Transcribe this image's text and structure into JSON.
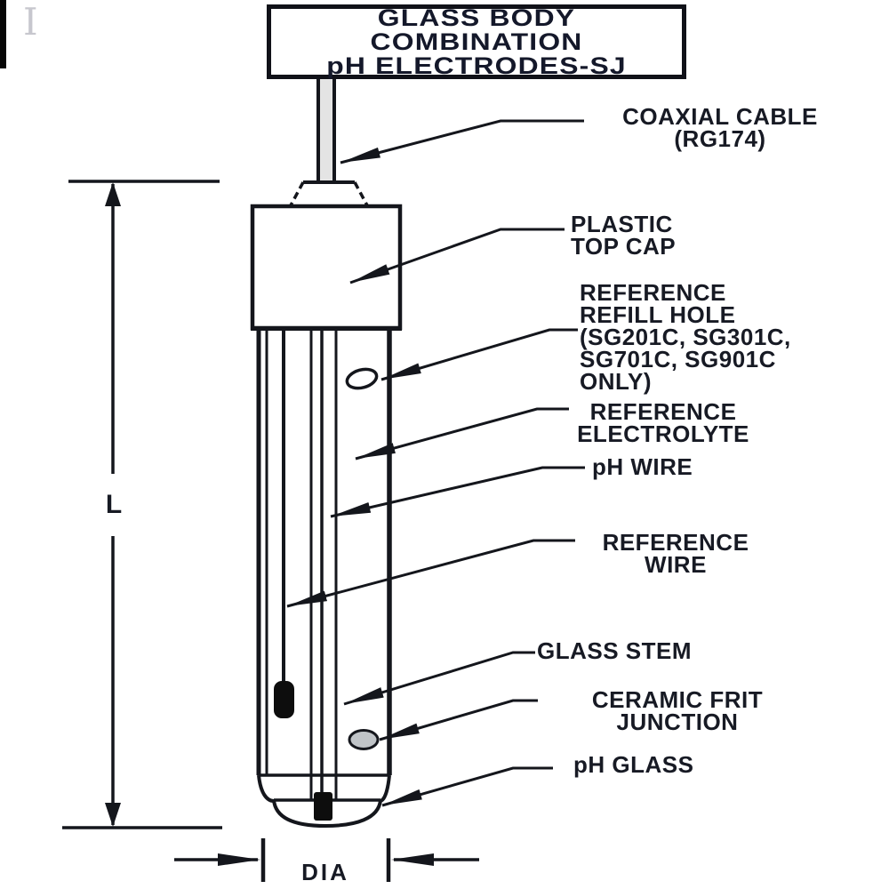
{
  "title": {
    "text": "GLASS BODY\nCOMBINATION\npH ELECTRODES-SJ"
  },
  "labels": {
    "coaxial_cable": "COAXIAL CABLE\n(RG174)",
    "plastic_top_cap": "PLASTIC\nTOP CAP",
    "reference_refill_hole": "REFERENCE\nREFILL HOLE\n(SG201C, SG301C,\nSG701C, SG901C\nONLY)",
    "reference_electrolyte": "REFERENCE\nELECTROLYTE",
    "ph_wire": "pH WIRE",
    "reference_wire": "REFERENCE\nWIRE",
    "glass_stem": "GLASS STEM",
    "ceramic_frit_junction": "CERAMIC FRIT\nJUNCTION",
    "ph_glass": "pH GLASS"
  },
  "dimensions": {
    "length_label": "L",
    "diameter_label": "DIA"
  },
  "artifacts": {
    "corner_glyph": "I"
  },
  "colors": {
    "ink": "#14161c",
    "label_text": "#171a24",
    "frit_fill": "#c0c4c8",
    "cable_fill": "#e4e4e4",
    "watermark": "#c7c7ce"
  }
}
